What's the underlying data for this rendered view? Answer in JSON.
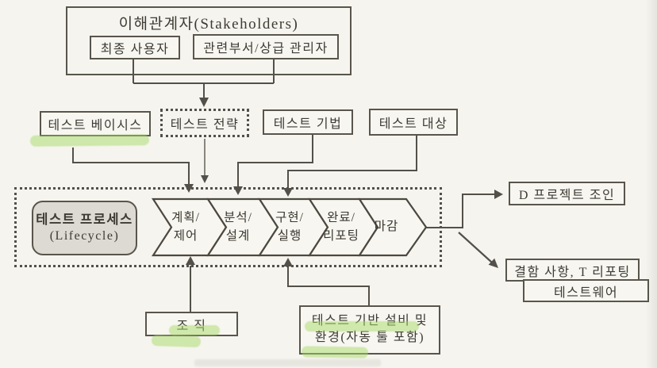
{
  "stakeholders": {
    "title": "이해관계자(Stakeholders)",
    "end_user": "최종 사용자",
    "related_dept": "관련부서/상급 관리자"
  },
  "inputs": {
    "test_basis": "테스트 베이시스",
    "test_strategy": "테스트 전략",
    "test_technique": "테스트 기법",
    "test_target": "테스트 대상"
  },
  "process": {
    "title_line1": "테스트 프로세스",
    "title_line2": "(Lifecycle)",
    "phases": [
      {
        "line1": "계획/",
        "line2": "제어"
      },
      {
        "line1": "분석/",
        "line2": "설계"
      },
      {
        "line1": "구현/",
        "line2": "실행"
      },
      {
        "line1": "완료/",
        "line2": "리포팅"
      },
      {
        "line1": "마감",
        "line2": ""
      }
    ]
  },
  "outputs": {
    "project_join": "D 프로젝트 조인",
    "defect_report": "결함 사항, T 리포팅",
    "testware": "테스트웨어"
  },
  "resources": {
    "organization": "조 직",
    "infra_line1": "테스트 기반 설비 및",
    "infra_line2": "환경(자동 툴 포함)"
  },
  "colors": {
    "background": "#f5f4ee",
    "line": "#53504a",
    "process_fill": "#dcdad2",
    "highlight_green": "#a7d965",
    "text": "#3e3b34"
  }
}
